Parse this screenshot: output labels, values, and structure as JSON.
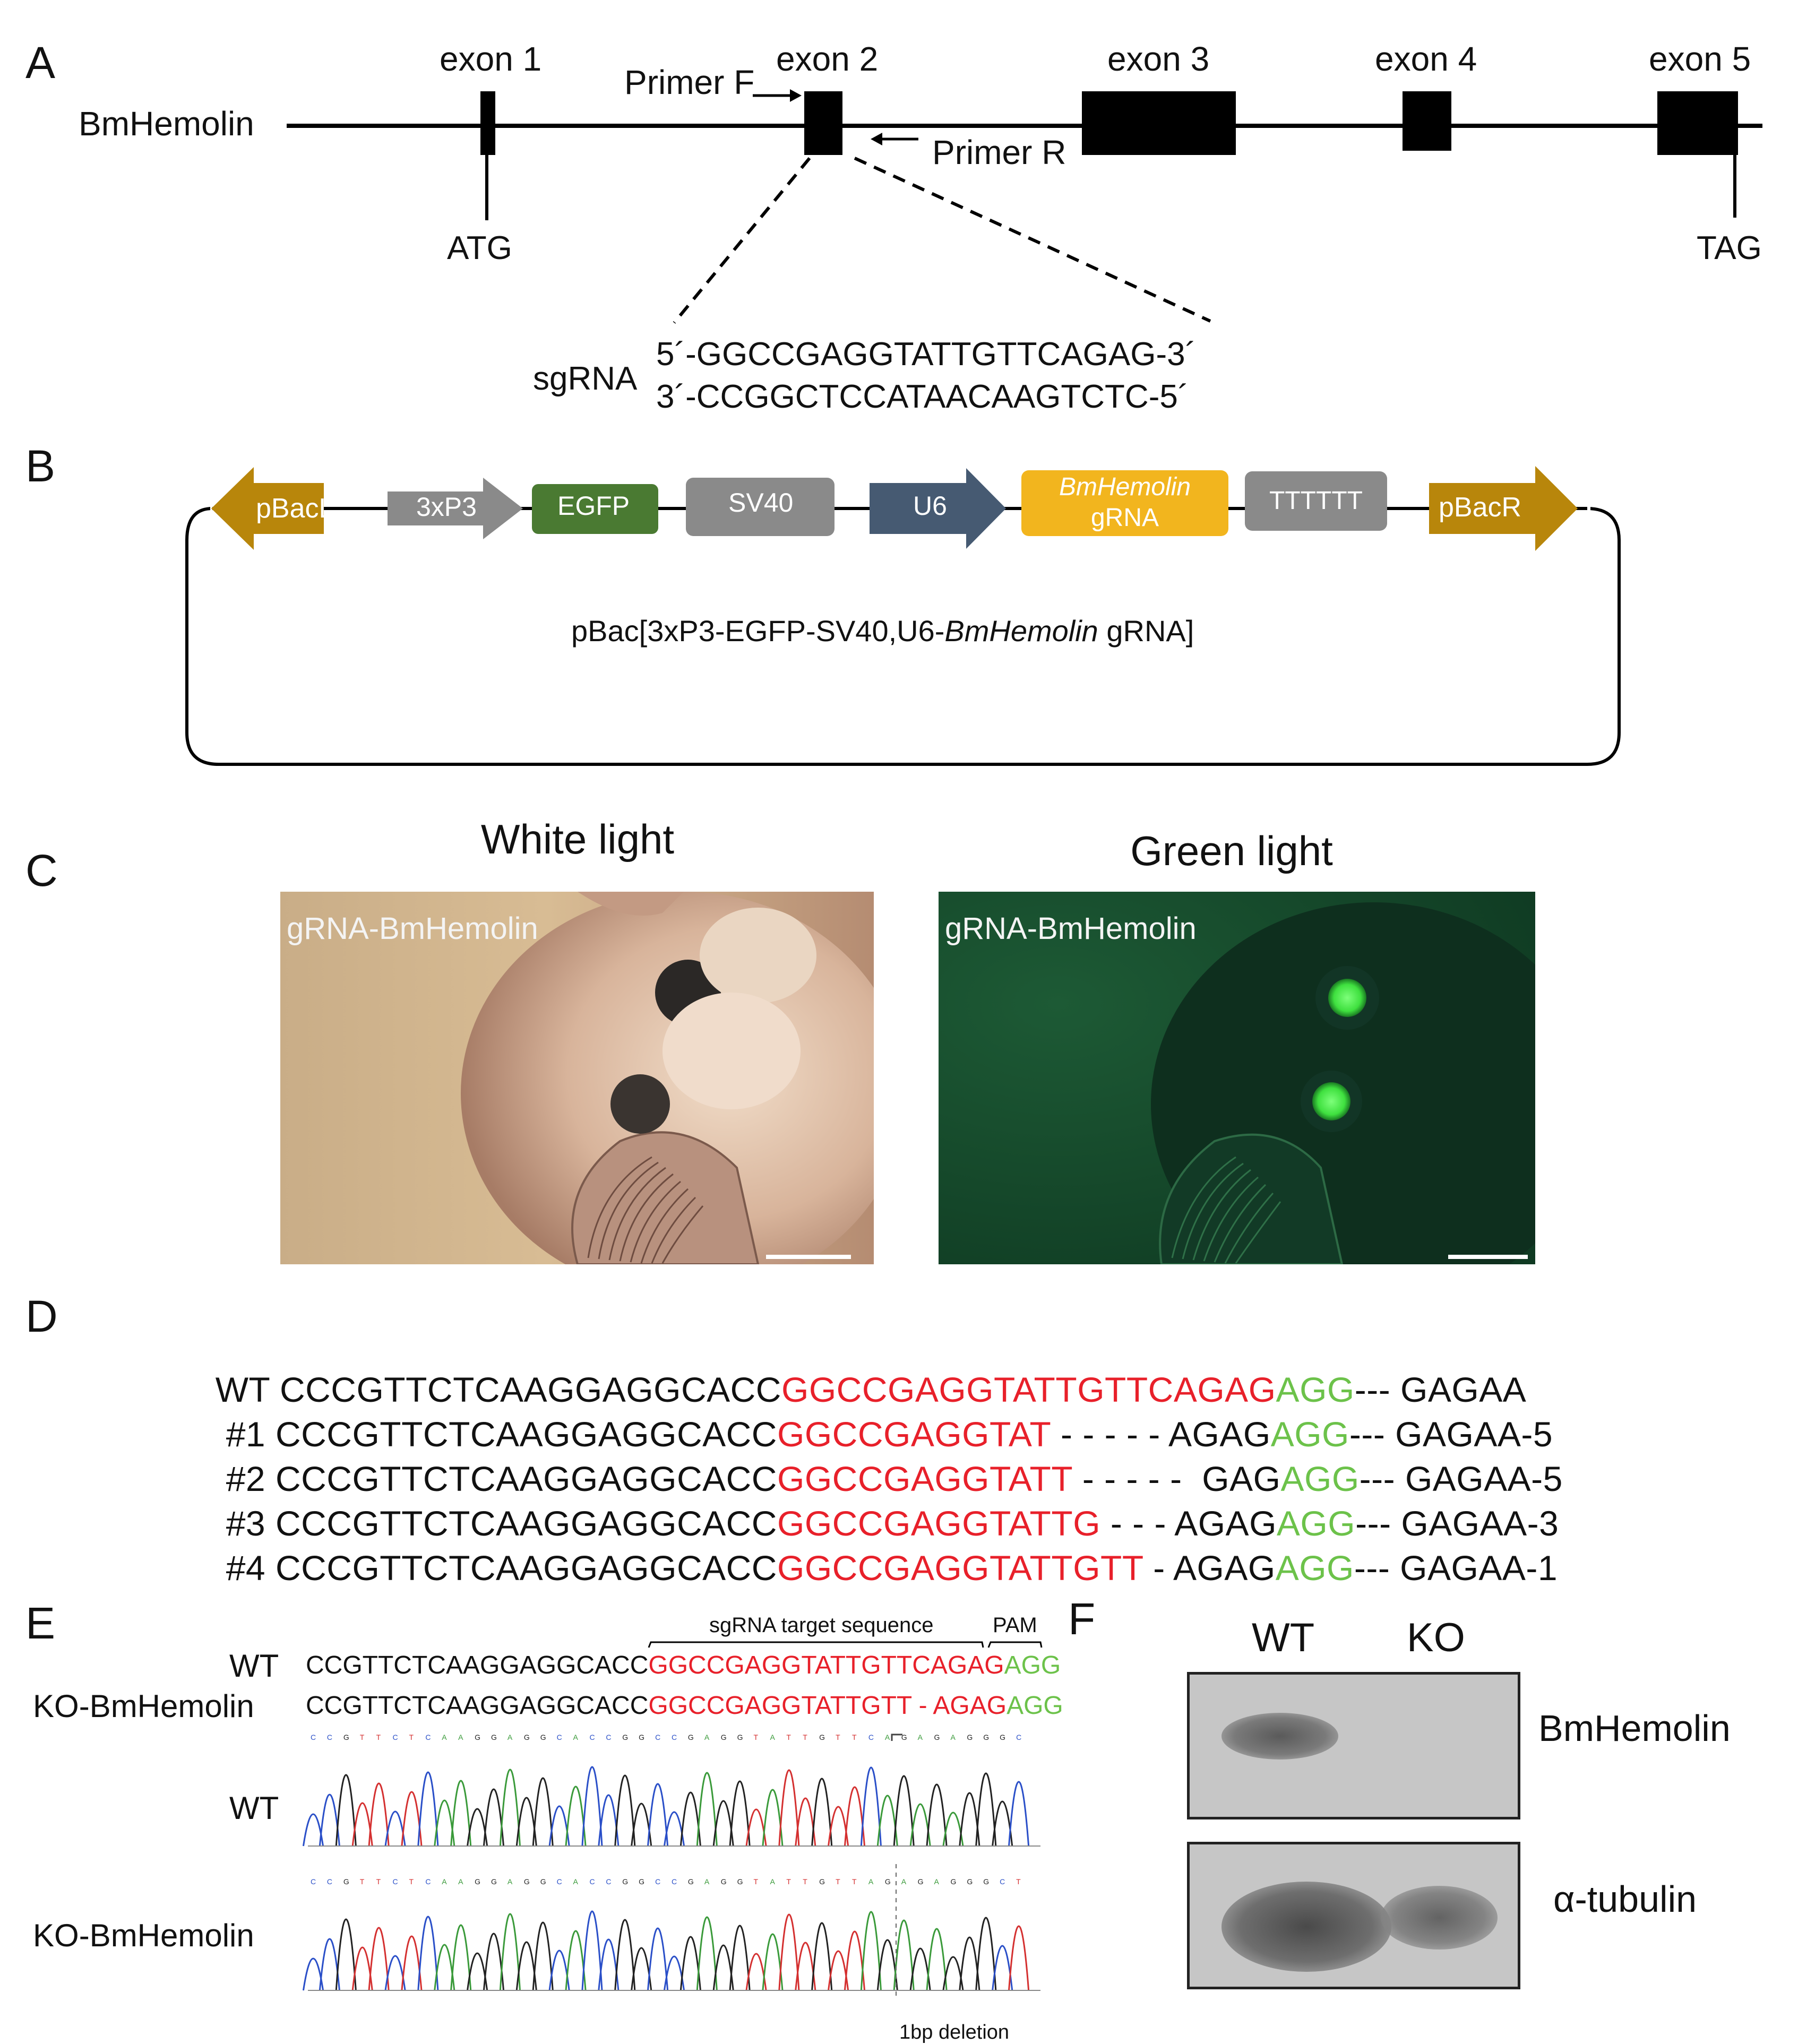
{
  "panels": {
    "A": "A",
    "B": "B",
    "C": "C",
    "D": "D",
    "E": "E",
    "F": "F"
  },
  "panelA": {
    "gene": "BmHemolin",
    "exons": [
      "exon 1",
      "exon 2",
      "exon 3",
      "exon 4",
      "exon 5"
    ],
    "primer_f": "Primer F",
    "primer_r": "Primer R",
    "start_codon": "ATG",
    "stop_codon": "TAG",
    "sgrna_label": "sgRNA",
    "sgrna_top": "5´-GGCCGAGGTATTGTTCAGAG-3´",
    "sgrna_bottom": "3´-CCGGCTCCATAACAAGTCTC-5´"
  },
  "panelB": {
    "elements": {
      "pbacl": "pBacL",
      "p3xp3": "3xP3",
      "egfp": "EGFP",
      "sv40": "SV40",
      "u6": "U6",
      "grna_line1": "BmHemolin",
      "grna_line2": "gRNA",
      "polyt": "TTTTTT",
      "pbacr": "pBacR"
    },
    "construct_prefix": "pBac[3xP3-EGFP-SV40,U6-",
    "construct_italic": "BmHemolin",
    "construct_suffix": " gRNA]",
    "colors": {
      "piggybac": "#b8860b",
      "promoter": "#8a8a8a",
      "egfp": "#4a7a32",
      "u6": "#465a72",
      "grna": "#f2b51e",
      "terminator": "#8a8a8a"
    }
  },
  "panelC": {
    "white_title": "White light",
    "green_title": "Green light",
    "white_label": "gRNA-BmHemolin",
    "green_label": "gRNA-BmHemolin"
  },
  "panelD": {
    "rows": [
      {
        "id": "WT",
        "prefix": "CCCGTTCTCAAGGAGGCACC",
        "target": "GGCCGAGGTATTGTTCAGAG",
        "gap": "",
        "mid": "",
        "pam": "AGG",
        "tail": "--- GAGAA"
      },
      {
        "id": "#1",
        "prefix": "CCCGTTCTCAAGGAGGCACC",
        "target": "GGCCGAGGTAT",
        "gap": " - - - - - ",
        "mid": "AGAG",
        "pam": "AGG",
        "tail": "--- GAGAA-5"
      },
      {
        "id": "#2",
        "prefix": "CCCGTTCTCAAGGAGGCACC",
        "target": "GGCCGAGGTATT",
        "gap": " - - - - -  ",
        "mid": "GAG",
        "pam": "AGG",
        "tail": "--- GAGAA-5"
      },
      {
        "id": "#3",
        "prefix": "CCCGTTCTCAAGGAGGCACC",
        "target": "GGCCGAGGTATTG",
        "gap": " - - - ",
        "mid": "AGAG",
        "pam": "AGG",
        "tail": "--- GAGAA-3"
      },
      {
        "id": "#4",
        "prefix": "CCCGTTCTCAAGGAGGCACC",
        "target": "GGCCGAGGTATTGTT",
        "gap": " - ",
        "mid": "AGAG",
        "pam": "AGG",
        "tail": "--- GAGAA-1"
      }
    ]
  },
  "panelE": {
    "target_label": "sgRNA target sequence",
    "pam_label": "PAM",
    "wt_label": "WT",
    "ko_label": "KO-BmHemolin",
    "wt_prefix": "CCGTTCTCAAGGAGGCACC",
    "wt_target": "GGCCGAGGTATTGTTCAGAG",
    "wt_pam": "AGG",
    "ko_prefix": "CCGTTCTCAAGGAGGCACC",
    "ko_target": "GGCCGAGGTATTGTT",
    "ko_gap": " - ",
    "ko_mid": "AGAG",
    "ko_pam": "AGG",
    "trace_wt_label": "WT",
    "trace_ko_label": "KO-BmHemolin",
    "deletion_label": "1bp deletion"
  },
  "panelF": {
    "lanes": [
      "WT",
      "KO"
    ],
    "blot1_label": "BmHemolin",
    "blot2_label": "α-tubulin"
  }
}
